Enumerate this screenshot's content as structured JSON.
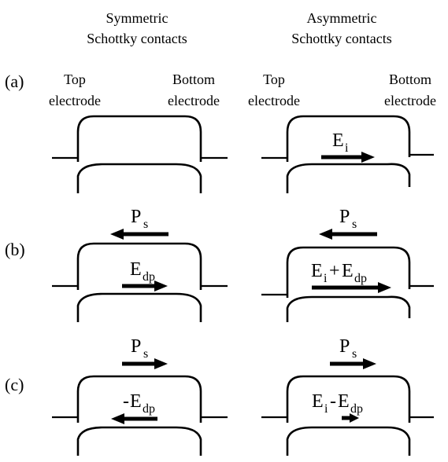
{
  "headers": {
    "symmetric": [
      "Symmetric",
      "Schottky contacts"
    ],
    "asymmetric": [
      "Asymmetric",
      "Schottky contacts"
    ]
  },
  "electrodes": {
    "top": [
      "Top",
      "electrode"
    ],
    "bottom": [
      "Bottom",
      "electrode"
    ]
  },
  "panels": [
    "(a)",
    "(b)",
    "(c)"
  ],
  "fields": {
    "a_sym": null,
    "a_asym": {
      "main": "E",
      "sub": "i",
      "direction": "right"
    },
    "b_sym_pol": {
      "main": "P",
      "sub": "s",
      "direction": "left"
    },
    "b_sym_field": {
      "main": "E",
      "sub": "dp",
      "direction": "right"
    },
    "b_asym_pol": {
      "main": "P",
      "sub": "s",
      "direction": "left"
    },
    "b_asym_field": {
      "main1": "E",
      "sub1": "i",
      "op": "+",
      "main2": "E",
      "sub2": "dp",
      "direction": "right"
    },
    "c_sym_pol": {
      "main": "P",
      "sub": "s",
      "direction": "right"
    },
    "c_sym_field": {
      "prefix": "-",
      "main": "E",
      "sub": "dp",
      "direction": "left"
    },
    "c_asym_pol": {
      "main": "P",
      "sub": "s",
      "direction": "right"
    },
    "c_asym_field": {
      "main1": "E",
      "sub1": "i",
      "op": "-",
      "main2": "E",
      "sub2": "dp",
      "direction": "right"
    }
  }
}
